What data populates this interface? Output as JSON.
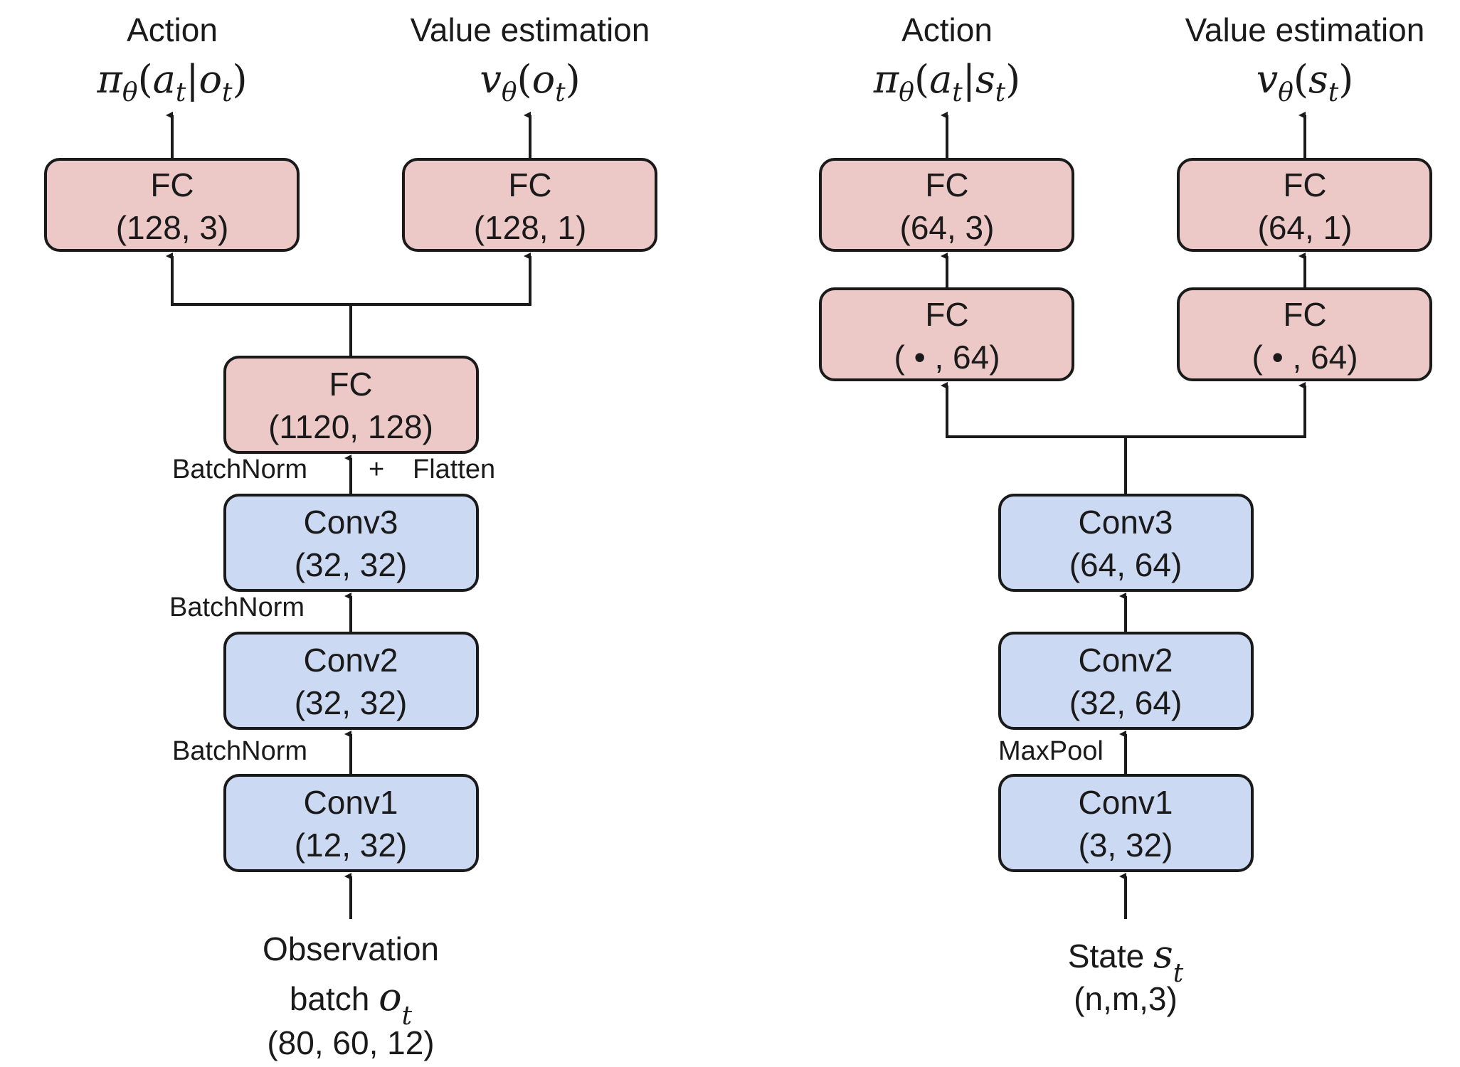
{
  "colors": {
    "fc_fill": "#ecc9c7",
    "conv_fill": "#ccd9f2",
    "stroke": "#1a1a1a"
  },
  "left": {
    "head_action": {
      "title": "Action",
      "func": "π",
      "sub": "θ",
      "var": "a",
      "var_sub": "t",
      "bar": "|",
      "cond": "o",
      "cond_sub": "t"
    },
    "head_value": {
      "title": "Value estimation",
      "func": "v",
      "sub": "θ",
      "var": "o",
      "var_sub": "t"
    },
    "fc_action": {
      "title": "FC",
      "dims": "(128, 3)"
    },
    "fc_value": {
      "title": "FC",
      "dims": "(128, 1)"
    },
    "fc_shared": {
      "title": "FC",
      "dims": "(1120, 128)"
    },
    "conv3": {
      "title": "Conv3",
      "dims": "(32, 32)"
    },
    "conv2": {
      "title": "Conv2",
      "dims": "(32, 32)"
    },
    "conv1": {
      "title": "Conv1",
      "dims": "(12, 32)"
    },
    "labels": {
      "batchnorm_flatten_left": "BatchNorm",
      "plus": "+",
      "flatten": "Flatten",
      "batchnorm_mid": "BatchNorm",
      "batchnorm_low": "BatchNorm"
    },
    "input": {
      "line1": "Observation",
      "line2": "batch",
      "var": "o",
      "var_sub": "t",
      "line3": "(80, 60, 12)"
    }
  },
  "right": {
    "head_action": {
      "title": "Action",
      "func": "π",
      "sub": "θ",
      "var": "a",
      "var_sub": "t",
      "bar": "|",
      "cond": "s",
      "cond_sub": "t"
    },
    "head_value": {
      "title": "Value estimation",
      "func": "v",
      "sub": "θ",
      "var": "s",
      "var_sub": "t"
    },
    "fc_action_top": {
      "title": "FC",
      "dims": "(64, 3)"
    },
    "fc_value_top": {
      "title": "FC",
      "dims": "(64, 1)"
    },
    "fc_action_low": {
      "title": "FC",
      "dims": "( • , 64)"
    },
    "fc_value_low": {
      "title": "FC",
      "dims": "( • , 64)"
    },
    "conv3": {
      "title": "Conv3",
      "dims": "(64, 64)"
    },
    "conv2": {
      "title": "Conv2",
      "dims": "(32, 64)"
    },
    "conv1": {
      "title": "Conv1",
      "dims": "(3, 32)"
    },
    "labels": {
      "maxpool": "MaxPool"
    },
    "input": {
      "line1": "State",
      "var": "s",
      "var_sub": "t",
      "line2": "(n,m,3)"
    }
  }
}
